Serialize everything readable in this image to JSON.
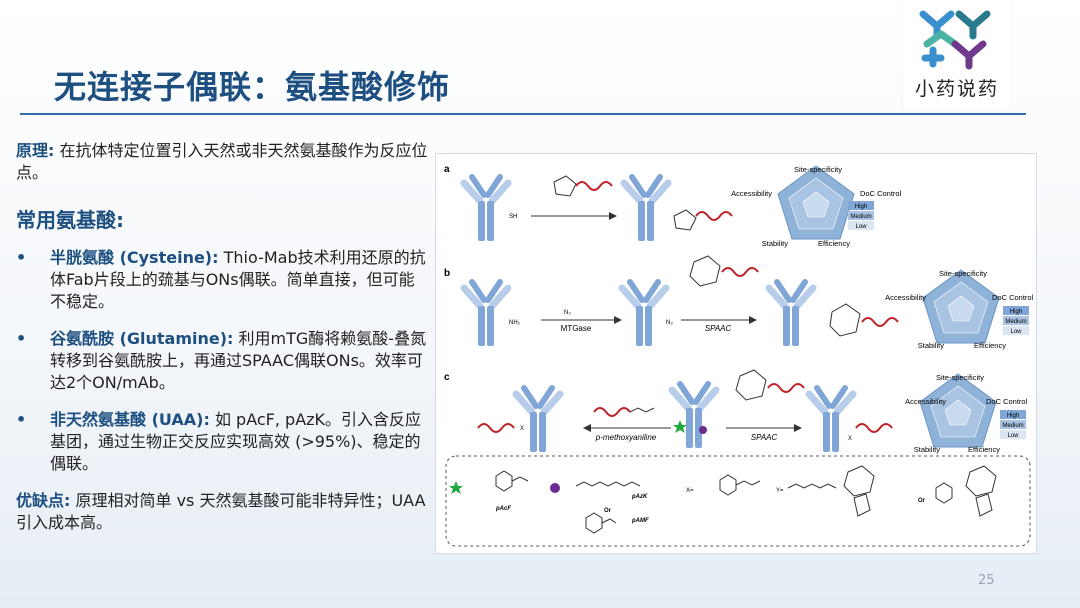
{
  "slide": {
    "title": "无连接子偶联：氨基酸修饰",
    "page_number": "25",
    "logo_text": "小药说药"
  },
  "principle": {
    "label": "原理:",
    "text": " 在抗体特定位置引入天然或非天然氨基酸作为反应位点。"
  },
  "common_heading": "常用氨基酸:",
  "bullets": [
    {
      "marker": "•",
      "name": "半胱氨酸 (Cysteine):",
      "text": " Thio-Mab技术利用还原的抗体Fab片段上的巯基与ONs偶联。简单直接，但可能不稳定。"
    },
    {
      "marker": "•",
      "name": "谷氨酰胺 (Glutamine):",
      "text": " 利用mTG酶将赖氨酸-叠氮转移到谷氨酰胺上，再通过SPAAC偶联ONs。效率可达2个ON/mAb。"
    },
    {
      "marker": "•",
      "name": "非天然氨基酸 (UAA):",
      "text": " 如 pAcF, pAzK。引入含反应基团，通过生物正交反应实现高效 (>95%)、稳定的偶联。"
    }
  ],
  "pros_cons": {
    "label": "优缺点:",
    "text": " 原理相对简单 vs 天然氨基酸可能非特异性；UAA引入成本高。"
  },
  "figure": {
    "panel_labels": [
      "a",
      "b",
      "c"
    ],
    "radar_labels": {
      "site": "Site-specificity",
      "access": "Accessibility",
      "doc": "DoC Control",
      "stability": "Stability",
      "efficiency": "Efficiency"
    },
    "legend_levels": [
      "High",
      "Medium",
      "Low"
    ],
    "reagents": {
      "sh": "SH",
      "nh2": "NH₂",
      "mtgase": "MTGase",
      "spaac": "SPAAC",
      "pmeth": "p-methoxyaniline",
      "n3": "N₃",
      "x": "X"
    },
    "uaa": {
      "pacf": "pAcF",
      "pazk": "pAzK",
      "pamf": "pAMF",
      "or": "Or",
      "x_eq": "X=",
      "y_eq": "Y="
    },
    "colors": {
      "antibody": "#7fa6d6",
      "antibody_light": "#b7cde9",
      "wave": "#c0242b",
      "radar_fill": "#8fb2d9",
      "star": "#1fa83c",
      "purple": "#6b2c91"
    }
  }
}
